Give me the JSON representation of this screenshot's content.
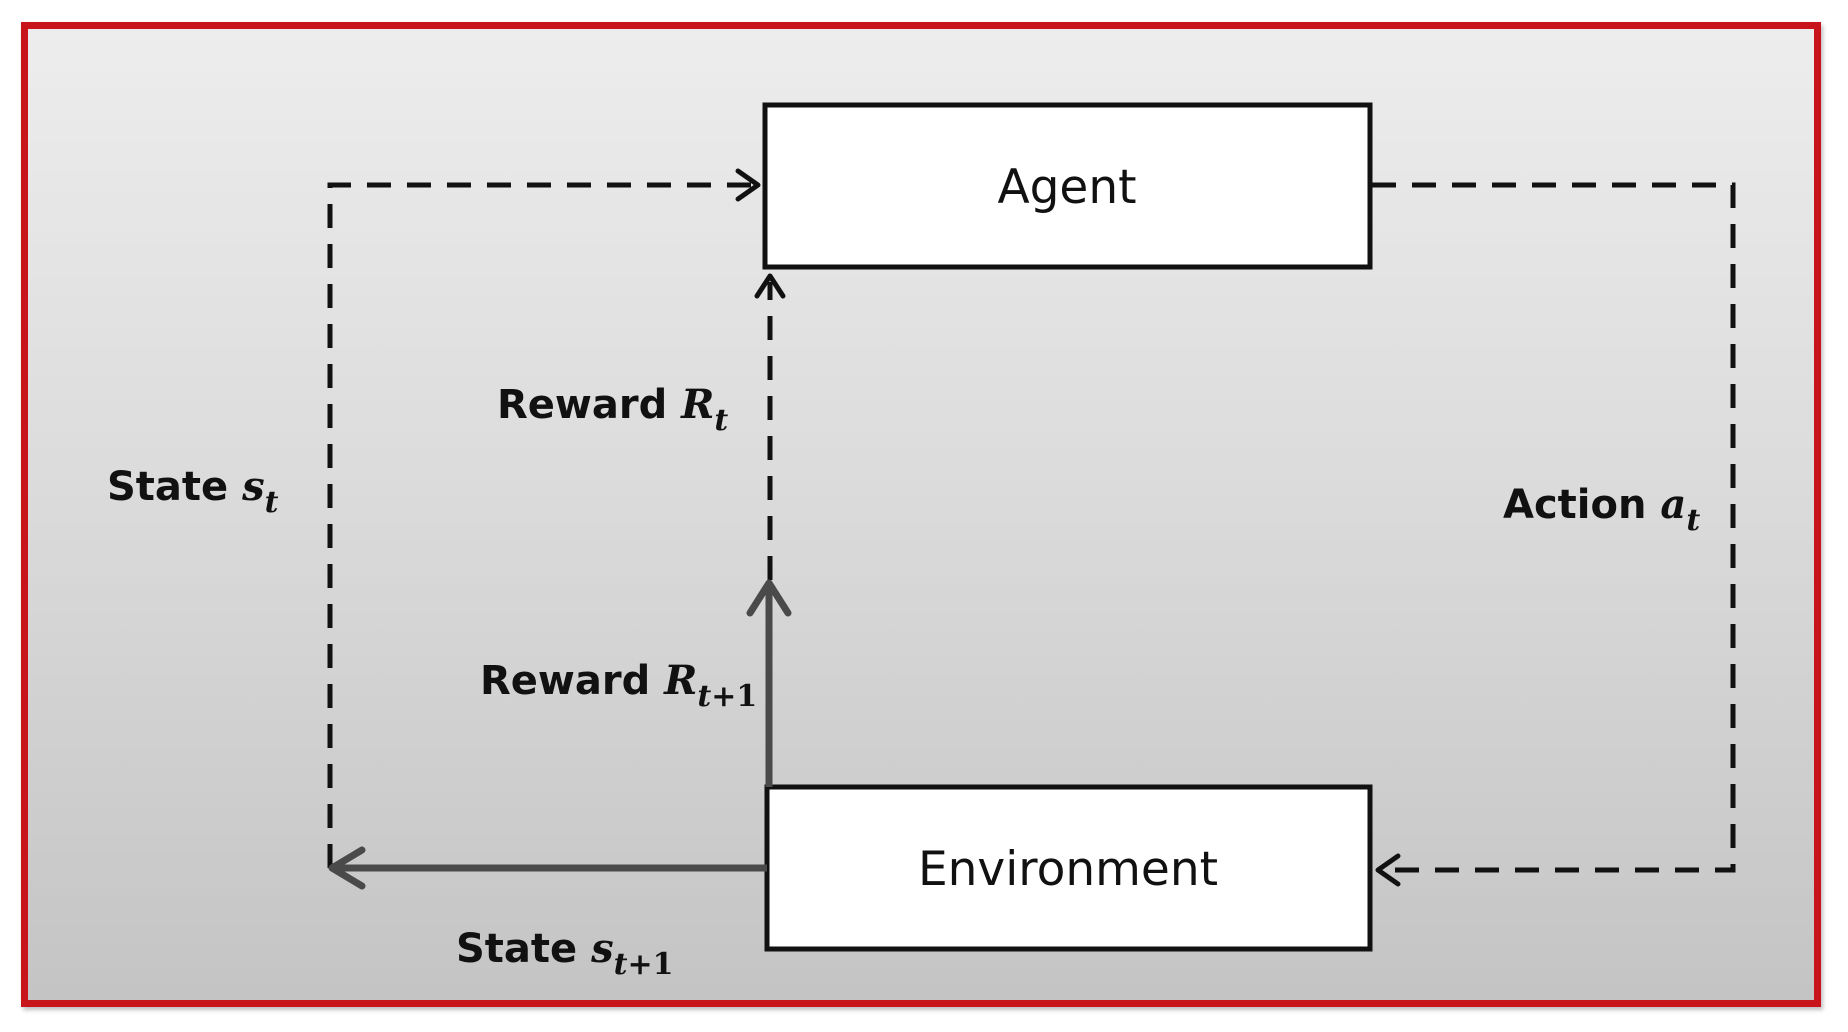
{
  "diagram": {
    "nodes": {
      "agent": {
        "label": "Agent"
      },
      "environment": {
        "label": "Environment"
      }
    },
    "edges": {
      "state_t": {
        "word": "State",
        "symbol": "s",
        "subscript": "t"
      },
      "reward_t": {
        "word": "Reward",
        "symbol": "R",
        "subscript": "t"
      },
      "action_t": {
        "word": "Action",
        "symbol": "a",
        "subscript": "t"
      },
      "reward_t1": {
        "word": "Reward",
        "symbol": "R",
        "subscript_var": "t",
        "subscript_rest": "+1"
      },
      "state_t1": {
        "word": "State",
        "symbol": "s",
        "subscript_var": "t",
        "subscript_rest": "+1"
      }
    }
  },
  "colors": {
    "border": "#c8141b",
    "dashed_arrow": "#111111",
    "solid_arrow": "#4a4a4a",
    "box_fill": "#ffffff"
  }
}
